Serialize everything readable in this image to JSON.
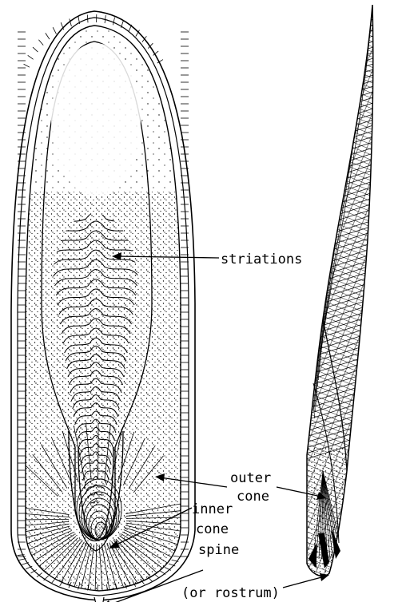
{
  "labels": {
    "striations": "striations",
    "outer_cone_line1": "outer",
    "outer_cone_line2": "cone",
    "inner_cone_line1": "inner",
    "inner_cone_line2": "cone",
    "spine_line1": "spine",
    "spine_line2": "(or rostrum)"
  },
  "colors": {
    "ink": "#000000",
    "paper": "#ffffff"
  }
}
